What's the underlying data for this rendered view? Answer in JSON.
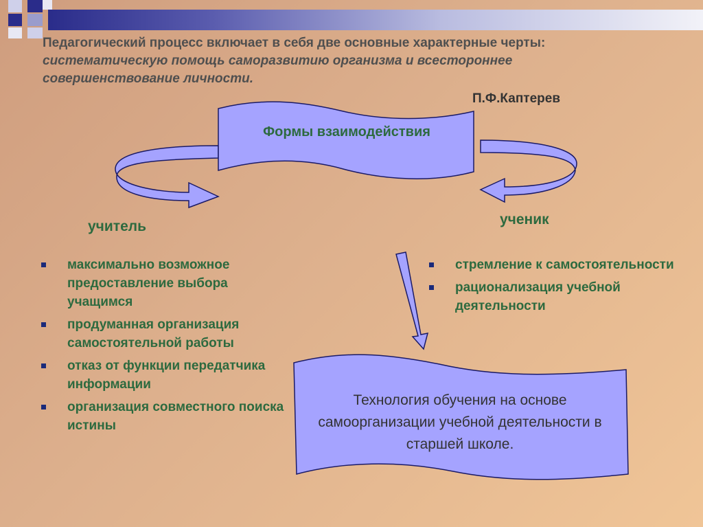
{
  "quote": {
    "line1": "Педагогический процесс включает в себя две основные характерные черты:",
    "line2": "систематическую помощь саморазвитию организма и всестороннее",
    "line3": "совершенствование личности.",
    "author": "П.Ф.Каптерев"
  },
  "banner": {
    "label": "Формы взаимодействия"
  },
  "teacher": {
    "title": "учитель",
    "items": [
      "максимально возможное предоставление выбора учащимся",
      "продуманная организация самостоятельной работы",
      "отказ от функции передатчика информации",
      "организация совместного поиска истины"
    ]
  },
  "student": {
    "title": "ученик",
    "items": [
      "стремление к самостоятельности",
      "рационализация учебной деятельности"
    ]
  },
  "result": {
    "label": "Технология обучения на основе самоорганизации учебной деятельности в старшей школе."
  },
  "colors": {
    "shape_fill": "#a5a3ff",
    "shape_stroke": "#1a1a66",
    "text_green": "#2d6a3f",
    "bullet": "#1a2a7a"
  }
}
